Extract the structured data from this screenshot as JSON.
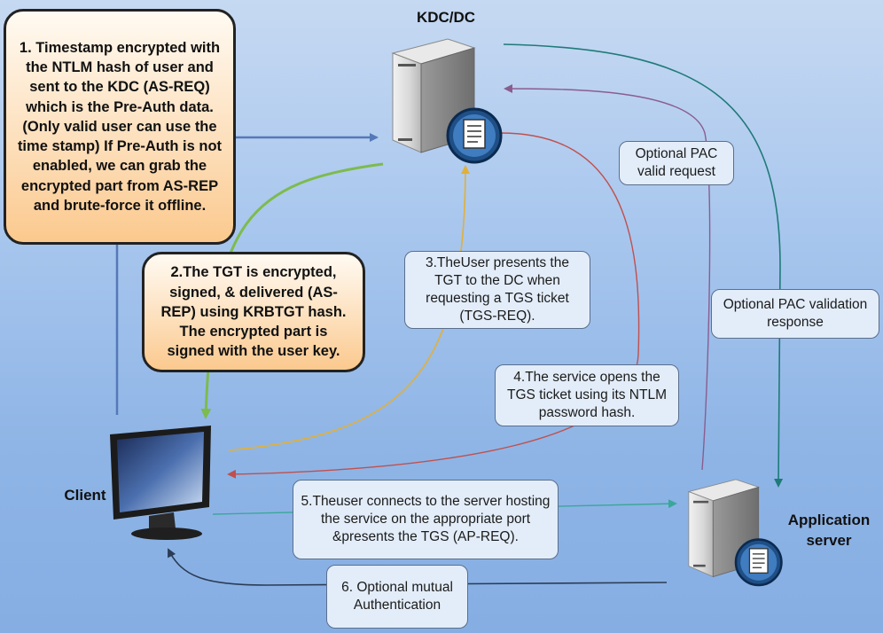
{
  "kdc_label": "KDC/DC",
  "client_label": "Client",
  "app_server_label": "Application server",
  "step1": "1.  Timestamp encrypted with the NTLM hash of user and sent to the KDC (AS-REQ) which is the Pre-Auth data.(Only valid user can use the time stamp) If Pre-Auth is not enabled, we can grab the encrypted part from AS-REP and brute-force it offline.",
  "step2": "2.The TGT is encrypted, signed, & delivered (AS-REP) using KRBTGT hash. The encrypted part is signed with the user key.",
  "step3": "3.TheUser presents the TGT to the DC when requesting a TGS ticket (TGS-REQ).",
  "step4": "4.The service opens the TGS ticket using its NTLM password hash.",
  "step5": "5.Theuser connects to the server hosting the service on the appropriate port &presents the TGS (AP-REQ).",
  "step6": "6. Optional mutual Authentication",
  "pac_request": "Optional PAC valid request",
  "pac_response": "Optional PAC validation response",
  "colors": {
    "step1_arrow": "#5579b8",
    "step2_arrow": "#7dbb4e",
    "step3_arrow": "#e0b03a",
    "step4_arrow": "#c0504d",
    "step5_arrow": "#3aa79a",
    "step6_arrow": "#2b3c55",
    "pac_request_arrow": "#8a5d8f",
    "pac_response_arrow": "#1f7a78"
  }
}
